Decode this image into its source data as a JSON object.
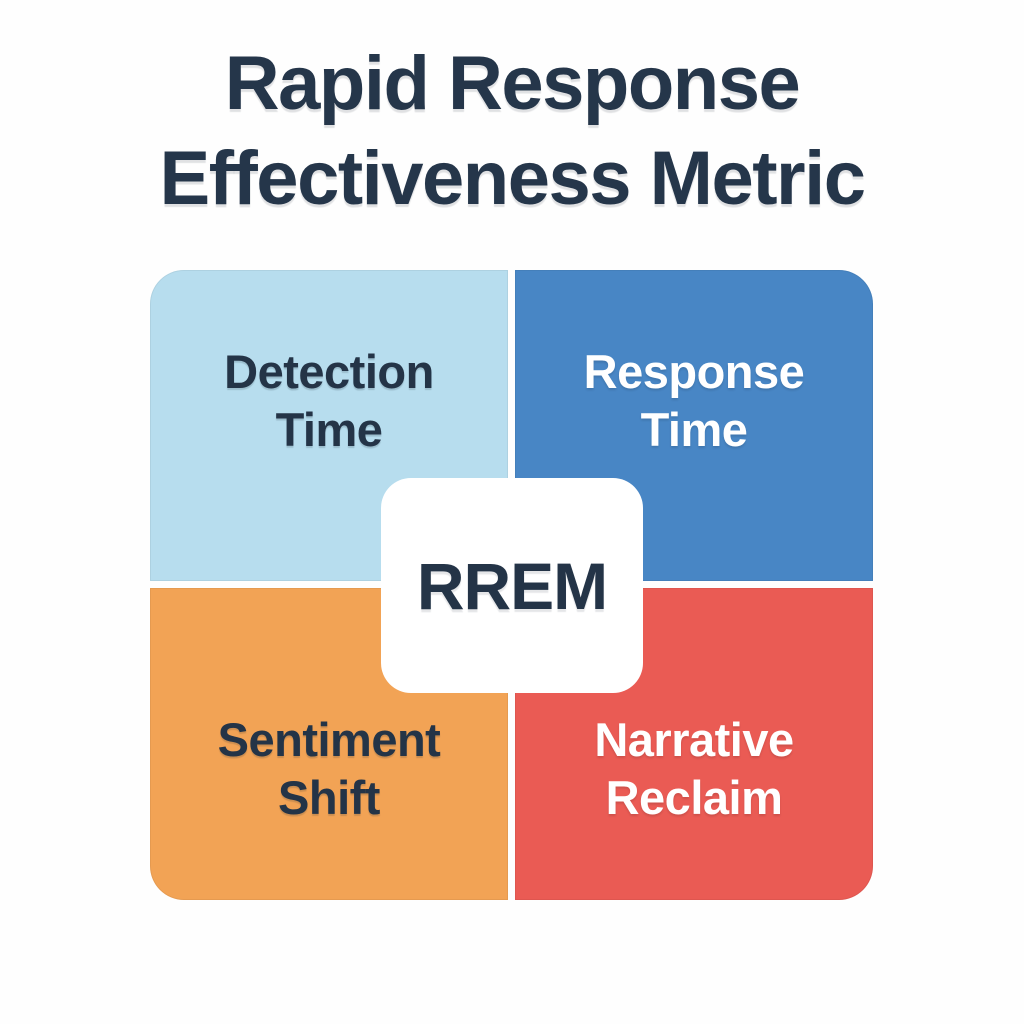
{
  "title": {
    "lines": [
      "Rapid Response",
      "Effectiveness Metric"
    ]
  },
  "center": {
    "label": "RREM",
    "bg": "#ffffff",
    "text_color": "#243447"
  },
  "quadrants": [
    {
      "id": "detection-time",
      "lines": [
        "Detection",
        "Time"
      ],
      "bg": "#b7ddee",
      "text_color": "#243447"
    },
    {
      "id": "response-time",
      "lines": [
        "Response",
        "Time"
      ],
      "bg": "#4886c5",
      "text_color": "#ffffff"
    },
    {
      "id": "sentiment-shift",
      "lines": [
        "Sentiment",
        "Shift"
      ],
      "bg": "#f2a355",
      "text_color": "#243447"
    },
    {
      "id": "narrative-reclaim",
      "lines": [
        "Narrative",
        "Reclaim"
      ],
      "bg": "#ea5b54",
      "text_color": "#ffffff"
    }
  ],
  "colors": {
    "background": "#fefefe",
    "title_text": "#25364a"
  }
}
